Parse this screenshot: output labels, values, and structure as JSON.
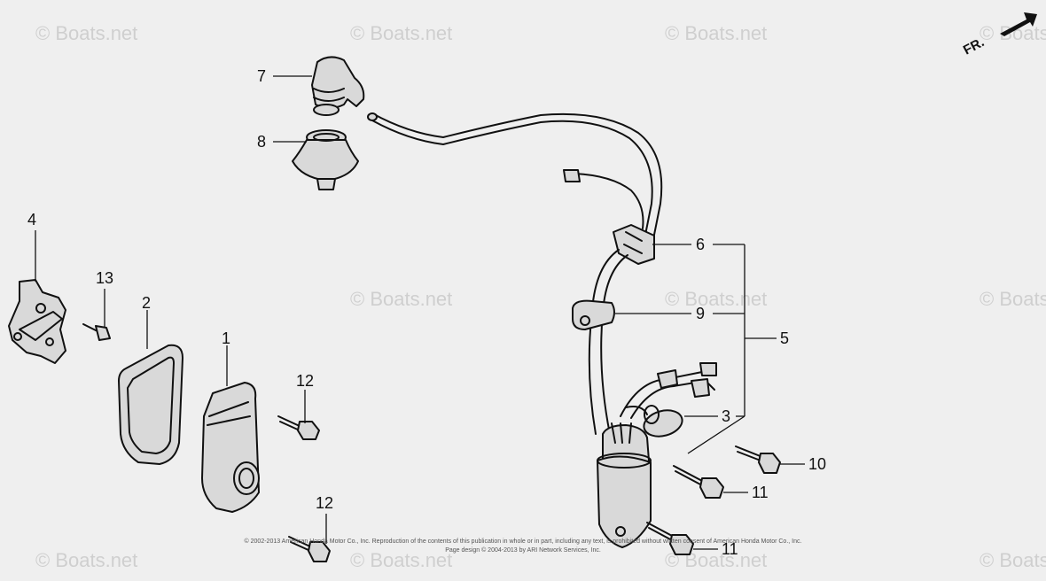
{
  "watermark": "© Boats.net",
  "orientation_label": "FR.",
  "callouts": {
    "c1": "1",
    "c2": "2",
    "c3": "3",
    "c4": "4",
    "c5": "5",
    "c6": "6",
    "c7": "7",
    "c8": "8",
    "c9": "9",
    "c10": "10",
    "c11a": "11",
    "c11b": "11",
    "c12a": "12",
    "c12b": "12",
    "c13": "13"
  },
  "copyright": {
    "line1": "© 2002-2013 American Honda Motor Co., Inc. Reproduction of the contents of this publication in whole or in part, including any text, is prohibited without written consent of American Honda Motor Co., Inc.",
    "line2": "Page design © 2004-2013 by ARI Network Services, Inc."
  }
}
